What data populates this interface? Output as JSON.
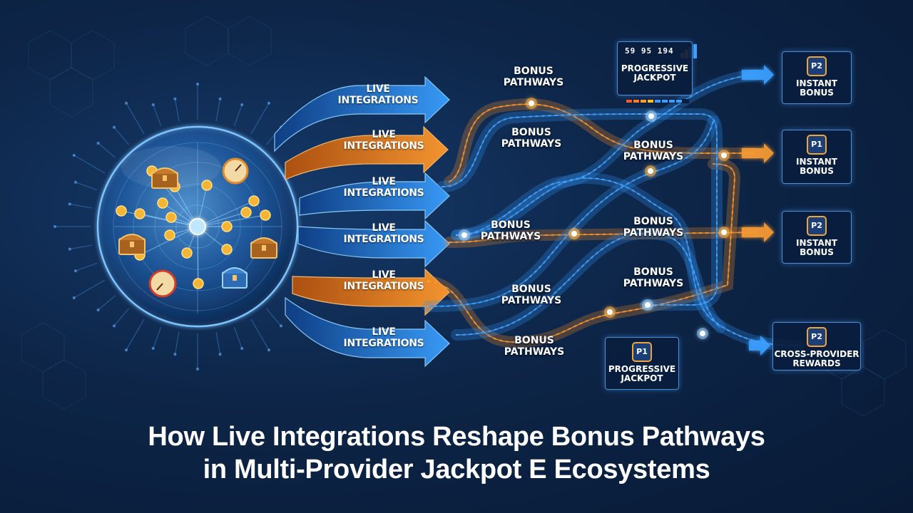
{
  "title_line1": "How Live Integrations Reshape Bonus Pathways",
  "title_line2": "in Multi-Provider Jackpot E Ecosystems",
  "live_arrows": [
    {
      "label": "LIVE\nINTEGRATIONS",
      "color": "blue"
    },
    {
      "label": "LIVE\nINTEGRATIONS",
      "color": "orange"
    },
    {
      "label": "LIVE\nINTEGRATIONS",
      "color": "blue"
    },
    {
      "label": "LIVE\nINTEGRATIONS",
      "color": "blue"
    },
    {
      "label": "LIVE\nINTEGRATIONS",
      "color": "orange"
    },
    {
      "label": "LIVE\nINTEGRATIONS",
      "color": "blue"
    }
  ],
  "pathway_labels": [
    "BONUS\nPATHWAYS",
    "BONUS\nPATHWAYS",
    "BONUS\nPATHWAYS",
    "BONUS\nPATHWAYS",
    "BONUS\nPATHWAYS",
    "BONUS\nPATHWAYS",
    "BONUS\nPATHWAYS",
    "BONUS\nPATHWAYS"
  ],
  "top_jackpot": {
    "digits": "59 95 194",
    "label": "PROGRESSIVE\nJACKPOT"
  },
  "bottom_jackpot": {
    "badge": "P1",
    "label": "PROGRESSIVE\nJACKPOT"
  },
  "reward_cards": [
    {
      "badge": "P2",
      "label": "INSTANT\nBONUS"
    },
    {
      "badge": "P1",
      "label": "INSTANT\nBONUS"
    },
    {
      "badge": "P2",
      "label": "INSTANT\nBONUS"
    },
    {
      "badge": "P2",
      "label": "CROSS-PROVIDER\nREWARDS"
    }
  ],
  "colors": {
    "blue": "#2f8ff0",
    "blue_light": "#7cc4ff",
    "orange": "#f08a24",
    "orange_light": "#ffc36b",
    "background": "#0d2547",
    "card_border": "#4d8fd6"
  },
  "icons": [
    "treasure-chest-icon",
    "gold-coin-icon",
    "compass-dial-icon",
    "hub-node-icon"
  ]
}
